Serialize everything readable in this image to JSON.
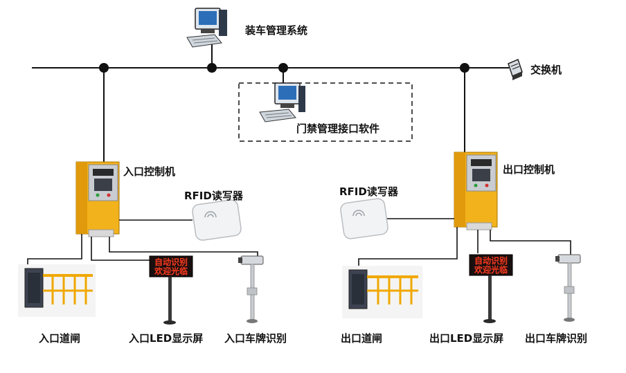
{
  "labels": {
    "management_system": "装车管理系统",
    "switch": "交换机",
    "gate_software": "门禁管理接口软件",
    "entry_controller": "入口控制机",
    "exit_controller": "出口控制机",
    "rfid_left": "RFID读写器",
    "rfid_right": "RFID读写器",
    "entry_barrier": "入口道闸",
    "entry_led": "入口LED显示屏",
    "entry_plate": "入口车牌识别",
    "exit_barrier": "出口道闸",
    "exit_led": "出口LED显示屏",
    "exit_plate": "出口车牌识别"
  },
  "led_screen": {
    "line1": "自动识别",
    "line2": "欢迎光临"
  },
  "colors": {
    "line": "#111111",
    "kiosk_yellow": "#f2b21b",
    "kiosk_panel": "#c9ccd0",
    "led_bg": "#1a0f0f",
    "led_text": "#ff3a1e",
    "monitor_blue": "#2c6fb8"
  }
}
